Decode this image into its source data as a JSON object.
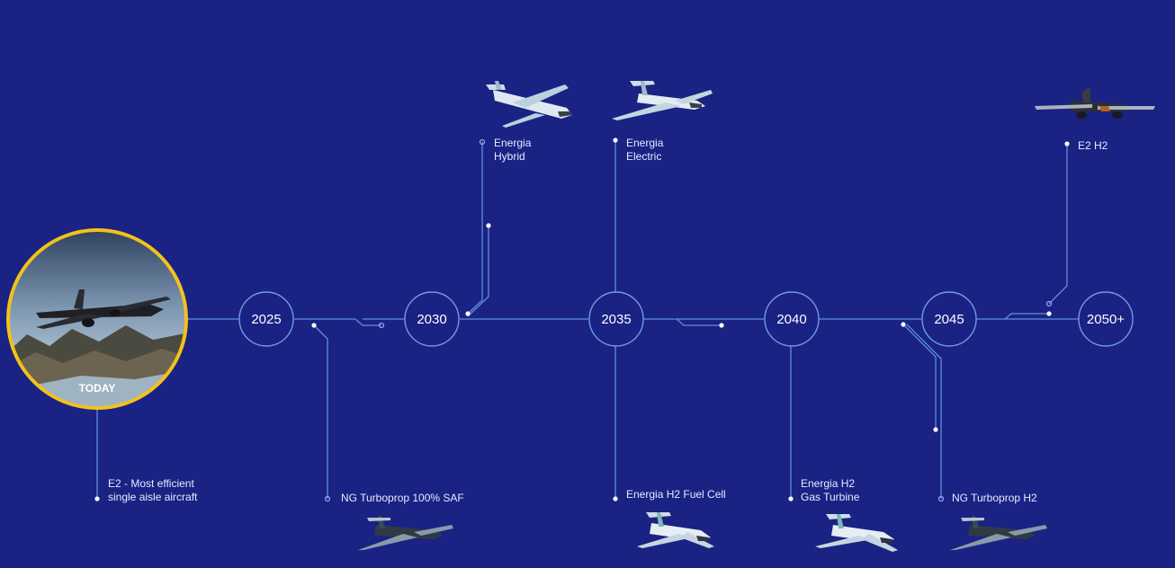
{
  "timeline": {
    "today_label": "TODAY",
    "years": [
      "2025",
      "2030",
      "2035",
      "2040",
      "2045",
      "2050+"
    ]
  },
  "captions": {
    "e2": [
      "E2 - Most efficient",
      "single aisle aircraft"
    ],
    "ng_saf": "NG Turboprop 100% SAF",
    "energia_hybrid": [
      "Energia",
      "Hybrid"
    ],
    "energia_electric": [
      "Energia",
      "Electric"
    ],
    "energia_h2_fuel_cell": "Energia H2 Fuel Cell",
    "energia_h2_gas_turbine": [
      "Energia H2",
      "Gas Turbine"
    ],
    "ng_turboprop_h2": "NG Turboprop H2",
    "e2_h2": "E2 H2"
  },
  "colors": {
    "background": "#1a2284",
    "line": "#5f8fdc",
    "circle_stroke": "#6f9ae4",
    "today_ring": "#f2c21b"
  }
}
